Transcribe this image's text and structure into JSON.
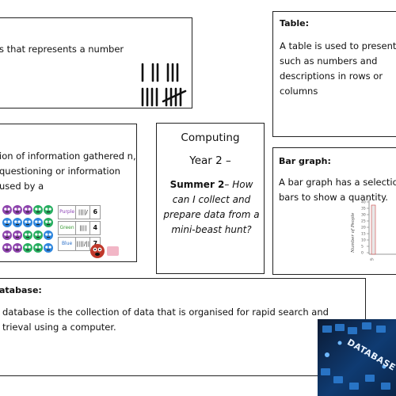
{
  "cards": {
    "tally": {
      "text": "s that represents a number"
    },
    "table": {
      "title": "Table:",
      "text": "A table is used to present data such as numbers and descriptions in rows or columns"
    },
    "data": {
      "text": "ion of information gathered n, questioning or information used by a"
    },
    "center": {
      "line1": "Computing",
      "line2": "Year 2 –",
      "term": "Summer 2",
      "dash": "–",
      "question": " How can I collect and prepare data from a mini-beast hunt?"
    },
    "bar": {
      "title": "Bar graph:",
      "text": "A bar graph has a selection of bars to show a quantity.",
      "chart_ylabel": "Number of People",
      "chart_ticks": [
        "40",
        "35",
        "30",
        "25",
        "20",
        "15",
        "10",
        "5",
        "0"
      ]
    },
    "database": {
      "title": "atabase:",
      "text": "database is the collection of data that is organised for rapid search and trieval using a computer.",
      "image_label": "DATABASE"
    }
  },
  "tally_chart": {
    "rows": [
      {
        "label": "Purple",
        "count": "6",
        "label_color": "#8a3fb5"
      },
      {
        "label": "Green",
        "count": "4",
        "label_color": "#3a9b35"
      },
      {
        "label": "Blue",
        "count": "7",
        "label_color": "#2a6fc9"
      }
    ],
    "monster_colors": [
      "#8e44ad",
      "#27ae60",
      "#2e86de",
      "#c0392b"
    ]
  }
}
